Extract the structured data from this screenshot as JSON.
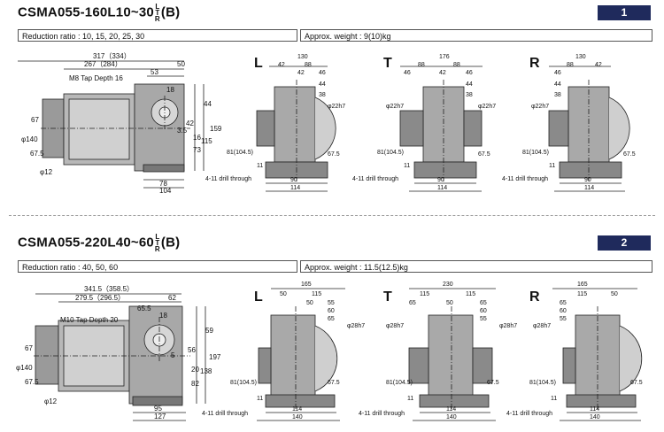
{
  "drawing1": {
    "model_prefix": "CSMA055-160L10~30",
    "suffix_top": "L",
    "suffix_mid": "T",
    "suffix_bot": "R",
    "model_end": "(B)",
    "badge": "1",
    "reduction_label": "Reduction ratio : 10, 15, 20, 25, 30",
    "weight_label": "Approx. weight : 9(10)kg",
    "tap_label": "M8 Tap Depth 16",
    "side": {
      "dims": [
        "317（334）",
        "267（284）",
        "50",
        "53",
        "18",
        "3.5",
        "42",
        "44",
        "16",
        "73",
        "159",
        "115",
        "78",
        "104",
        "φ140",
        "67",
        "67.5",
        "φ12"
      ]
    },
    "views": [
      {
        "letter": "L",
        "dims": [
          "130",
          "42",
          "88",
          "42",
          "46",
          "44",
          "38",
          "φ22h7",
          "81(104.5)",
          "67.5",
          "11",
          "90",
          "114",
          "4-11 drill through"
        ]
      },
      {
        "letter": "T",
        "dims": [
          "176",
          "88",
          "88",
          "46",
          "42",
          "46",
          "44",
          "38",
          "φ22h7",
          "φ22h7",
          "81(104.5)",
          "67.5",
          "11",
          "90",
          "114",
          "4-11 drill through"
        ]
      },
      {
        "letter": "R",
        "dims": [
          "130",
          "88",
          "42",
          "46",
          "44",
          "38",
          "φ22h7",
          "81(104.5)",
          "67.5",
          "11",
          "90",
          "114",
          "4-11 drill through"
        ]
      }
    ]
  },
  "drawing2": {
    "model_prefix": "CSMA055-220L40~60",
    "suffix_top": "L",
    "suffix_mid": "T",
    "suffix_bot": "R",
    "model_end": "(B)",
    "badge": "2",
    "reduction_label": "Reduction ratio : 40, 50, 60",
    "weight_label": "Approx. weight : 11.5(12.5)kg",
    "tap_label": "M10 Tap Depth 20",
    "side": {
      "dims": [
        "341.5（358.5）",
        "279.5（296.5）",
        "62",
        "65.5",
        "18",
        "5",
        "56",
        "59",
        "20",
        "82",
        "197",
        "138",
        "95",
        "127",
        "φ140",
        "67",
        "67.5",
        "φ12"
      ]
    },
    "views": [
      {
        "letter": "L",
        "dims": [
          "165",
          "50",
          "115",
          "50",
          "55",
          "60",
          "65",
          "φ28h7",
          "81(104.5)",
          "67.5",
          "11",
          "114",
          "140",
          "4-11 drill through"
        ]
      },
      {
        "letter": "T",
        "dims": [
          "230",
          "115",
          "115",
          "65",
          "50",
          "65",
          "60",
          "55",
          "φ28h7",
          "φ28h7",
          "81(104.5)",
          "67.5",
          "11",
          "114",
          "140",
          "4-11 drill through"
        ]
      },
      {
        "letter": "R",
        "dims": [
          "165",
          "115",
          "50",
          "65",
          "60",
          "55",
          "φ28h7",
          "81(104.5)",
          "67.5",
          "11",
          "114",
          "140",
          "4-11 drill through"
        ]
      }
    ]
  }
}
